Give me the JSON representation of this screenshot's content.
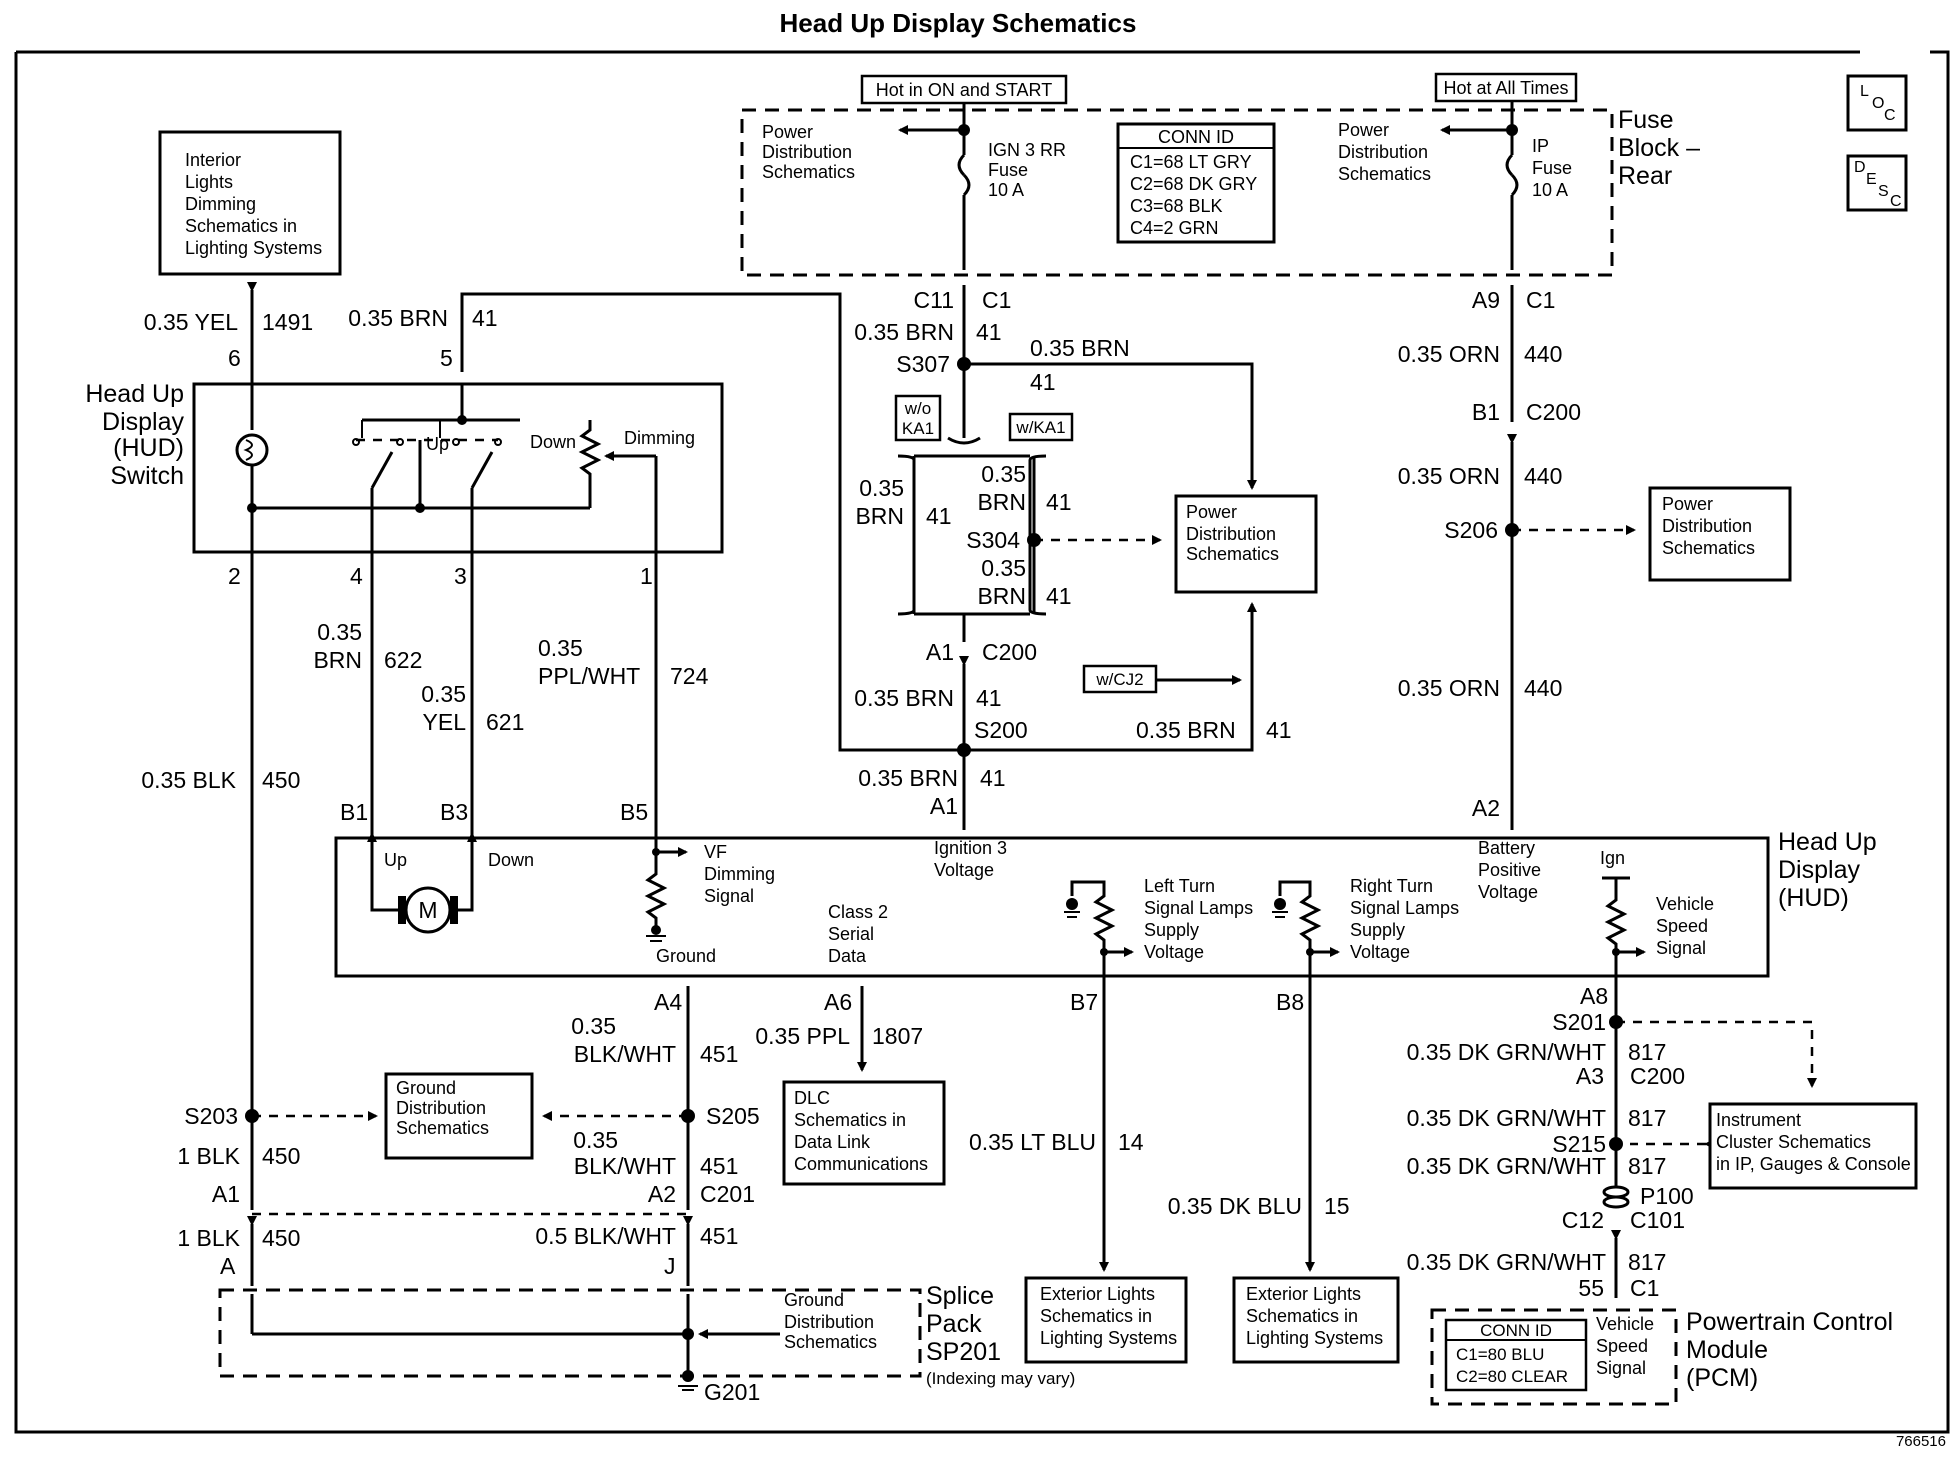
{
  "title": "Head Up Display Schematics",
  "ref_number": "766516",
  "corner_icons": {
    "loc": "LOC",
    "desc": "DESC"
  },
  "power": {
    "hot_run": "Hot in ON and START",
    "hot_always": "Hot at All Times",
    "fuse_block": [
      "Fuse",
      "Block –",
      "Rear"
    ],
    "pds_left": [
      "Power",
      "Distribution",
      "Schematics"
    ],
    "pds_right": [
      "Power",
      "Distribution",
      "Schematics"
    ],
    "fuse_ign": [
      "IGN 3 RR",
      "Fuse",
      "10 A"
    ],
    "fuse_ip": [
      "IP",
      "Fuse",
      "10 A"
    ],
    "conn_id_title": "CONN ID",
    "conn_id_rows": [
      "C1=68 LT GRY",
      "C2=68 DK GRY",
      "C3=68 BLK",
      "C4=2 GRN"
    ]
  },
  "refs": {
    "interior": [
      "Interior",
      "Lights",
      "Dimming",
      "Schematics in",
      "Lighting Systems"
    ],
    "pds_mid": [
      "Power",
      "Distribution",
      "Schematics"
    ],
    "pds_far": [
      "Power",
      "Distribution",
      "Schematics"
    ],
    "gds_mid": [
      "Ground",
      "Distribution",
      "Schematics"
    ],
    "gds_low": [
      "Ground",
      "Distribution",
      "Schematics"
    ],
    "dlc": [
      "DLC",
      "Schematics in",
      "Data Link",
      "Communications"
    ],
    "ext1": [
      "Exterior Lights",
      "Schematics in",
      "Lighting Systems"
    ],
    "ext2": [
      "Exterior Lights",
      "Schematics in",
      "Lighting Systems"
    ],
    "ic": [
      "Instrument",
      "Cluster Schematics",
      "in IP, Gauges & Console"
    ]
  },
  "switch": {
    "name": [
      "Head Up",
      "Display",
      "(HUD)",
      "Switch"
    ],
    "up": "Up",
    "down": "Down",
    "dimming": "Dimming",
    "pins": {
      "p6": "6",
      "p5": "5",
      "p2": "2",
      "p4": "4",
      "p3": "3",
      "p1": "1"
    }
  },
  "hud": {
    "name": [
      "Head Up",
      "Display",
      "(HUD)"
    ],
    "up": "Up",
    "down": "Down",
    "motor": "M",
    "vf": [
      "VF",
      "Dimming",
      "Signal"
    ],
    "ground": "Ground",
    "ign3": [
      "Ignition 3",
      "Voltage"
    ],
    "class2": [
      "Class 2",
      "Serial",
      "Data"
    ],
    "lt": [
      "Left Turn",
      "Signal Lamps",
      "Supply",
      "Voltage"
    ],
    "rt": [
      "Right Turn",
      "Signal Lamps",
      "Supply",
      "Voltage"
    ],
    "bat": [
      "Battery",
      "Positive",
      "Voltage"
    ],
    "ign": "Ign",
    "vss": [
      "Vehicle",
      "Speed",
      "Signal"
    ],
    "pins": {
      "b1": "B1",
      "b3": "B3",
      "b5": "B5",
      "a1": "A1",
      "a2": "A2",
      "a4": "A4",
      "a6": "A6",
      "b7": "B7",
      "b8": "B8",
      "a8": "A8"
    }
  },
  "splice_pack": {
    "name": [
      "Splice",
      "Pack",
      "SP201"
    ],
    "note": "(Indexing may vary)",
    "ground": "G201",
    "pin_a": "A",
    "pin_j": "J"
  },
  "pcm": {
    "name": [
      "Powertrain Control",
      "Module",
      "(PCM)"
    ],
    "conn_title": "CONN ID",
    "conn_rows": [
      "C1=80 BLU",
      "C2=80 CLEAR"
    ],
    "vss": [
      "Vehicle",
      "Speed",
      "Signal"
    ],
    "pin": "55",
    "conn": "C1"
  },
  "options": {
    "wo_ka1": [
      "w/o",
      "KA1"
    ],
    "w_ka1": "w/KA1",
    "w_cj2": "w/CJ2"
  },
  "connectors": {
    "c11": "C11",
    "c1a": "C1",
    "a9": "A9",
    "c1b": "C1",
    "b1": "B1",
    "c200a": "C200",
    "a1": "A1",
    "c200b": "C200",
    "a1b": "A1",
    "a2b": "A2",
    "c201": "C201",
    "a3": "A3",
    "c200c": "C200",
    "c12": "C12",
    "c101": "C101",
    "p100": "P100"
  },
  "splices": {
    "s307": "S307",
    "s304": "S304",
    "s200": "S200",
    "s206": "S206",
    "s203": "S203",
    "s205": "S205",
    "s201": "S201",
    "s215": "S215"
  },
  "wires": {
    "yel1491": [
      "0.35 YEL",
      "1491"
    ],
    "brn41_sw": [
      "0.35 BRN",
      "41"
    ],
    "brn41_c11": [
      "0.35 BRN",
      "41"
    ],
    "brn41_top": [
      "0.35 BRN",
      "41"
    ],
    "brn41_wo": [
      "0.35",
      "BRN",
      "41"
    ],
    "brn41_w": [
      "0.35",
      "BRN",
      "41"
    ],
    "brn41_s304": [
      "0.35",
      "BRN",
      "41"
    ],
    "brn41_c200": [
      "0.35 BRN",
      "41"
    ],
    "brn41_s200r": [
      "0.35 BRN",
      "41"
    ],
    "brn41_a1": [
      "0.35 BRN",
      "41"
    ],
    "orn440_1": [
      "0.35 ORN",
      "440"
    ],
    "orn440_2": [
      "0.35 ORN",
      "440"
    ],
    "orn440_3": [
      "0.35 ORN",
      "440"
    ],
    "brn622": [
      "0.35",
      "BRN",
      "622"
    ],
    "yel621": [
      "0.35",
      "YEL",
      "621"
    ],
    "ppl724": [
      "0.35",
      "PPL/WHT",
      "724"
    ],
    "blk450_1": [
      "0.35 BLK",
      "450"
    ],
    "blk450_2": [
      "1 BLK",
      "450"
    ],
    "blk450_3": [
      "1 BLK",
      "450"
    ],
    "bw451_1": [
      "0.35",
      "BLK/WHT",
      "451"
    ],
    "bw451_2": [
      "0.35",
      "BLK/WHT",
      "451"
    ],
    "bw451_3": [
      "0.5 BLK/WHT",
      "451"
    ],
    "ppl1807": [
      "0.35 PPL",
      "1807"
    ],
    "ltblu14": [
      "0.35 LT BLU",
      "14"
    ],
    "dkblu15": [
      "0.35 DK BLU",
      "15"
    ],
    "dg817_1": [
      "0.35 DK GRN/WHT",
      "817"
    ],
    "dg817_2": [
      "0.35 DK GRN/WHT",
      "817"
    ],
    "dg817_3": [
      "0.35 DK GRN/WHT",
      "817"
    ],
    "dg817_4": [
      "0.35 DK GRN/WHT",
      "817"
    ]
  }
}
